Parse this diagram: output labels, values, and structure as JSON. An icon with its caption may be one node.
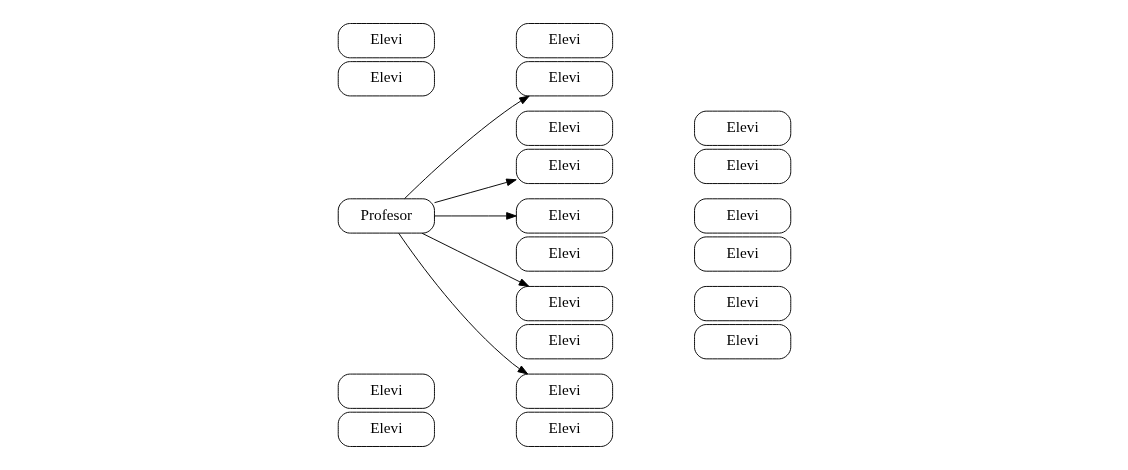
{
  "diagram": {
    "nodes": [
      {
        "text": [
          "Profesor"
        ]
      },
      {
        "text": [
          "Elevi"
        ]
      },
      {
        "text": [
          "Elevi"
        ]
      },
      {
        "text": [
          "Elevi"
        ]
      },
      {
        "text": [
          "Elevi"
        ]
      },
      {
        "text": [
          "Elevi"
        ]
      },
      {
        "text": [
          "Elevi"
        ]
      },
      {
        "text": [
          "Elevi"
        ]
      },
      {
        "text": [
          "Elevi"
        ]
      },
      {
        "text": [
          "Elevi"
        ]
      },
      {
        "text": [
          "Elevi"
        ]
      },
      {
        "text": [
          "Elevi"
        ]
      },
      {
        "text": [
          "Elevi"
        ]
      },
      {
        "text": [
          "Elevi"
        ]
      },
      {
        "text": [
          "Elevi"
        ]
      },
      {
        "text": [
          "Elevi"
        ]
      },
      {
        "text": [
          "Elevi"
        ]
      },
      {
        "text": [
          "Elevi"
        ]
      },
      {
        "text": [
          "Elevi"
        ]
      },
      {
        "text": [
          "Elevi"
        ]
      },
      {
        "text": [
          "Elevi"
        ]
      }
    ],
    "edges": [
      {
        "from": 0,
        "to": 3,
        "arrow": "to"
      },
      {
        "from": 0,
        "to": 8,
        "arrow": "to"
      },
      {
        "from": 0,
        "to": 9,
        "arrow": "to"
      },
      {
        "from": 0,
        "to": 14,
        "arrow": "to"
      },
      {
        "from": 0,
        "to": 17,
        "arrow": "to"
      }
    ]
  }
}
